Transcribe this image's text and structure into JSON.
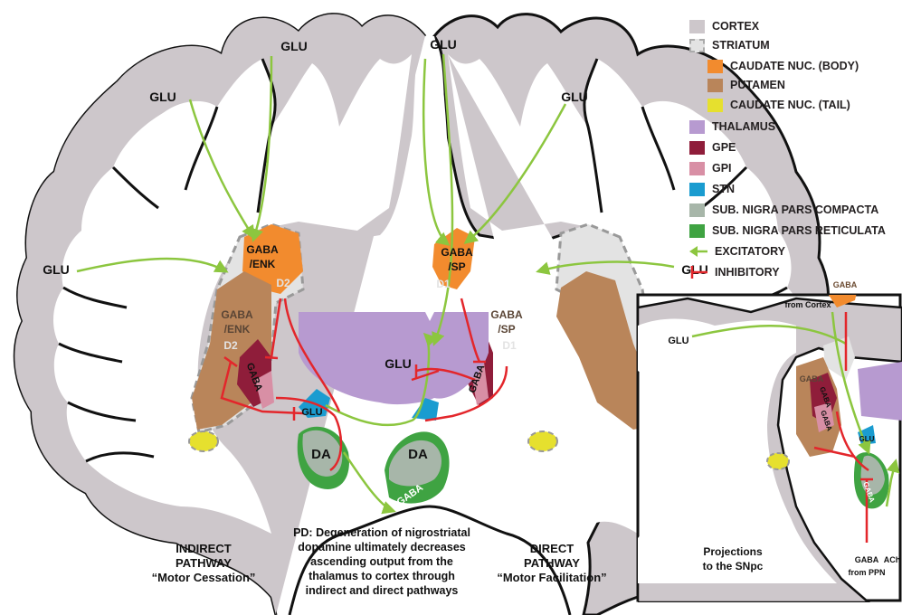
{
  "legend": {
    "cortex": {
      "label": "CORTEX",
      "color": "#cdc7cb"
    },
    "striatum": {
      "label": "STRIATUM",
      "color": "#e3e3e3"
    },
    "caudate_body": {
      "label": "CAUDATE NUC. (BODY)",
      "color": "#f28b2e"
    },
    "putamen": {
      "label": "PUTAMEN",
      "color": "#b9855a"
    },
    "caudate_tail": {
      "label": "CAUDATE NUC. (TAIL)",
      "color": "#e6e02e"
    },
    "thalamus": {
      "label": "THALAMUS",
      "color": "#b79ad0"
    },
    "gpe": {
      "label": "GPE",
      "color": "#8f1d3a"
    },
    "gpi": {
      "label": "GPI",
      "color": "#d88fa5"
    },
    "stn": {
      "label": "STN",
      "color": "#1a9cd0"
    },
    "snc": {
      "label": "SUB. NIGRA PARS COMPACTA",
      "color": "#a7b6a9"
    },
    "snr": {
      "label": "SUB. NIGRA PARS RETICULATA",
      "color": "#3fa342"
    },
    "excitatory": {
      "label": "EXCITATORY",
      "color": "#8cc63f"
    },
    "inhibitory": {
      "label": "INHIBITORY",
      "color": "#e3262b"
    }
  },
  "labels": {
    "glu_top_left": "GLU",
    "glu_top_right": "GLU",
    "glu_upper_left": "GLU",
    "glu_upper_right": "GLU",
    "glu_mid_left": "GLU",
    "glu_mid_right": "GLU",
    "glu_thalamus": "GLU",
    "glu_stn": "GLU",
    "gaba_enk_d2_caudate_1": "GABA",
    "gaba_enk_d2_caudate_2": "/ENK",
    "gaba_enk_d2_caudate_3": "D2",
    "gaba_sp_d1_caudate_1": "GABA",
    "gaba_sp_d1_caudate_2": "/SP",
    "gaba_sp_d1_caudate_3": "D1",
    "gaba_enk_d2_putamen_1": "GABA",
    "gaba_enk_d2_putamen_2": "/ENK",
    "gaba_enk_d2_putamen_3": "D2",
    "gaba_sp_d1_putamen_1": "GABA",
    "gaba_sp_d1_putamen_2": "/SP",
    "gaba_sp_d1_putamen_3": "D1",
    "gaba_gpe": "GABA",
    "gaba_gpi": "GABA",
    "gaba_snr": "GABA",
    "da_left": "DA",
    "da_right": "DA",
    "indirect_1": "INDIRECT",
    "indirect_2": "PATHWAY",
    "indirect_3": "“Motor Cessation”",
    "direct_1": "DIRECT",
    "direct_2": "PATHWAY",
    "direct_3": "“Motor Facilitation”",
    "pd_note_1": "PD: Degeneration of nigrostriatal",
    "pd_note_2": "dopamine ultimately decreases",
    "pd_note_3": "ascending output from the",
    "pd_note_4": "thalamus to cortex through",
    "pd_note_5": "indirect and direct pathways"
  },
  "inset": {
    "from_cortex": "from Cortex",
    "glu": "GLU",
    "gaba_caudate": "GABA",
    "gaba_putamen": "GABA",
    "gaba_gpe": "GABA",
    "gaba_gpi": "GABA",
    "glu_stn": "GLU",
    "gaba_snr": "GABA",
    "gaba_bottom_1": "GABA",
    "gaba_bottom_2": "from PPN",
    "ach": "ACh",
    "title_1": "Projections",
    "title_2": "to the SNpc"
  }
}
